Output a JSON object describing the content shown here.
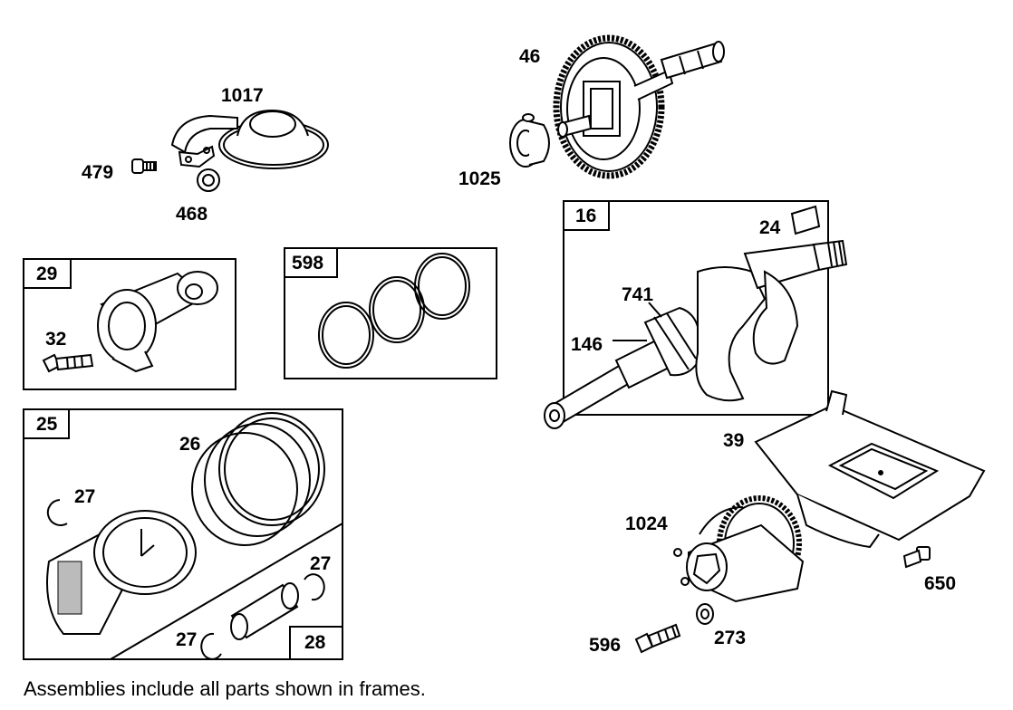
{
  "labels": {
    "p1017": "1017",
    "p479": "479",
    "p468": "468",
    "p46": "46",
    "p1025": "1025",
    "p16": "16",
    "p24": "24",
    "p741": "741",
    "p146": "146",
    "p29": "29",
    "p32": "32",
    "p598": "598",
    "p25": "25",
    "p26": "26",
    "p27a": "27",
    "p27b": "27",
    "p27c": "27",
    "p28": "28",
    "p39": "39",
    "p1024": "1024",
    "p650": "650",
    "p596": "596",
    "p273": "273"
  },
  "footnote": "Assemblies include all parts shown in frames."
}
